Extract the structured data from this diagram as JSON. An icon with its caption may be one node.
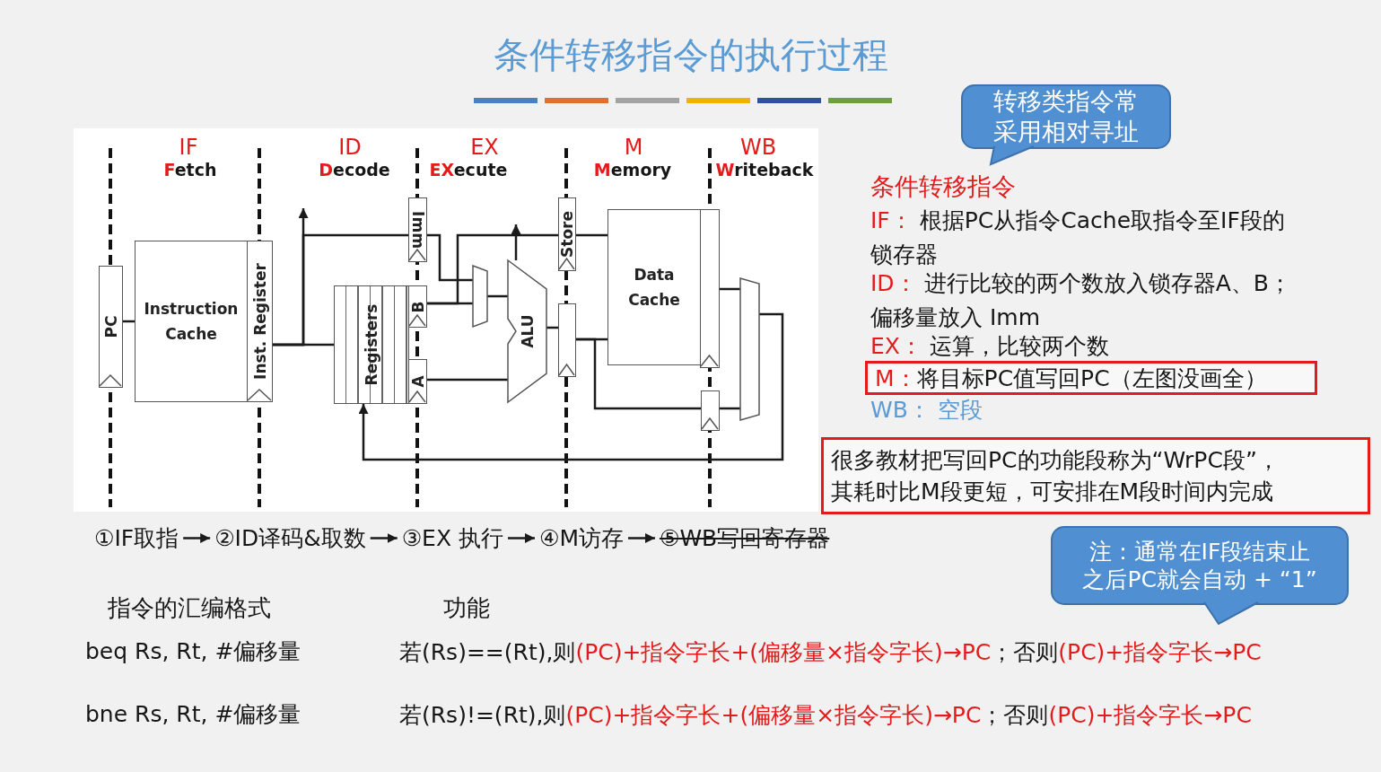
{
  "diagram": {
    "title": "条件转移指令的执行过程",
    "nodes": [
      {
        "text": [
          "PC"
        ]
      },
      {
        "text": [
          "Instruction Cache"
        ]
      },
      {
        "text": [
          "Inst. Register"
        ]
      },
      {
        "text": [
          "Registers"
        ]
      },
      {
        "text": [
          "Imm"
        ]
      },
      {
        "text": [
          "B"
        ]
      },
      {
        "text": [
          "A"
        ]
      },
      {
        "text": [],
        "shape": "trapezoid"
      },
      {
        "text": [
          "ALU"
        ]
      },
      {
        "text": [
          "Store"
        ]
      },
      {
        "text": [],
        "shape": "box"
      },
      {
        "text": [
          "Data Cache"
        ]
      },
      {
        "text": [],
        "shape": "box"
      },
      {
        "text": [],
        "shape": "box"
      },
      {
        "text": [],
        "shape": "trapezoid"
      },
      {
        "text": [
          "转移类指令常采用相对寻址"
        ]
      },
      {
        "text": [
          "M：",
          "将目标PC值写回PC（左图没画全）"
        ]
      },
      {
        "text": [
          "很多教材把写回PC的功能段称为“WrPC段”，其耗时比M段更短，可安排在M段时间内完成"
        ]
      },
      {
        "text": [
          "注：通常在IF段结束止之后PC就会自动 + “1”"
        ]
      },
      {
        "text": [
          "①IF取指"
        ]
      },
      {
        "text": [
          "②ID译码&取数"
        ]
      },
      {
        "text": [
          "③EX 执行"
        ]
      },
      {
        "text": [
          "④M访存"
        ]
      },
      {
        "text": [
          "⑤WB写回寄存器"
        ]
      }
    ],
    "edges": [
      {
        "from": 0,
        "to": 1,
        "arrow": "none"
      },
      {
        "from": 2,
        "to": 3,
        "arrow": "none"
      },
      {
        "from": 2,
        "to": null,
        "arrow": "to"
      },
      {
        "from": 2,
        "to": 4,
        "arrow": "none"
      },
      {
        "from": 4,
        "to": 7,
        "arrow": "none"
      },
      {
        "from": 5,
        "to": 7,
        "arrow": "none"
      },
      {
        "from": 5,
        "to": 9,
        "arrow": "none"
      },
      {
        "from": 7,
        "to": 8,
        "arrow": "none"
      },
      {
        "from": 6,
        "to": 8,
        "arrow": "none"
      },
      {
        "from": 8,
        "to": null,
        "arrow": "to"
      },
      {
        "from": 8,
        "to": 10,
        "arrow": "none"
      },
      {
        "from": 10,
        "to": 11,
        "arrow": "none"
      },
      {
        "from": 10,
        "to": 13,
        "arrow": "none"
      },
      {
        "from": 9,
        "to": 11,
        "arrow": "none"
      },
      {
        "from": 12,
        "to": 14,
        "arrow": "none"
      },
      {
        "from": 13,
        "to": 14,
        "arrow": "none"
      },
      {
        "from": 14,
        "to": 3,
        "arrow": "to"
      },
      {
        "from": 19,
        "to": 20,
        "arrow": "to"
      },
      {
        "from": 20,
        "to": 21,
        "arrow": "to"
      },
      {
        "from": 21,
        "to": 22,
        "arrow": "to"
      },
      {
        "from": 22,
        "to": 23,
        "arrow": "to"
      }
    ],
    "labels": [
      "IF",
      "Fetch",
      "ID",
      "Decode",
      "EX",
      "EXecute",
      "M",
      "Memory",
      "WB",
      "Writeback",
      "条件转移指令",
      "IF：",
      "根据PC从指令Cache取指令至IF段的锁存器",
      "ID：",
      "进行比较的两个数放入锁存器A、B；偏移量放入 Imm",
      "EX：",
      "运算，比较两个数",
      "WB：",
      "空段",
      "指令的汇编格式",
      "功能",
      "beq Rs, Rt, #偏移量",
      "若(Rs)==(Rt),则",
      "(PC)+指令字长+(偏移量×指令字长)→PC",
      "；否则",
      "(PC)+指令字长→PC",
      "bne Rs, Rt, #偏移量",
      "若(Rs)!=(Rt),则",
      "(PC)+指令字长+(偏移量×指令字长)→PC",
      "；否则",
      "(PC)+指令字长→PC"
    ]
  }
}
